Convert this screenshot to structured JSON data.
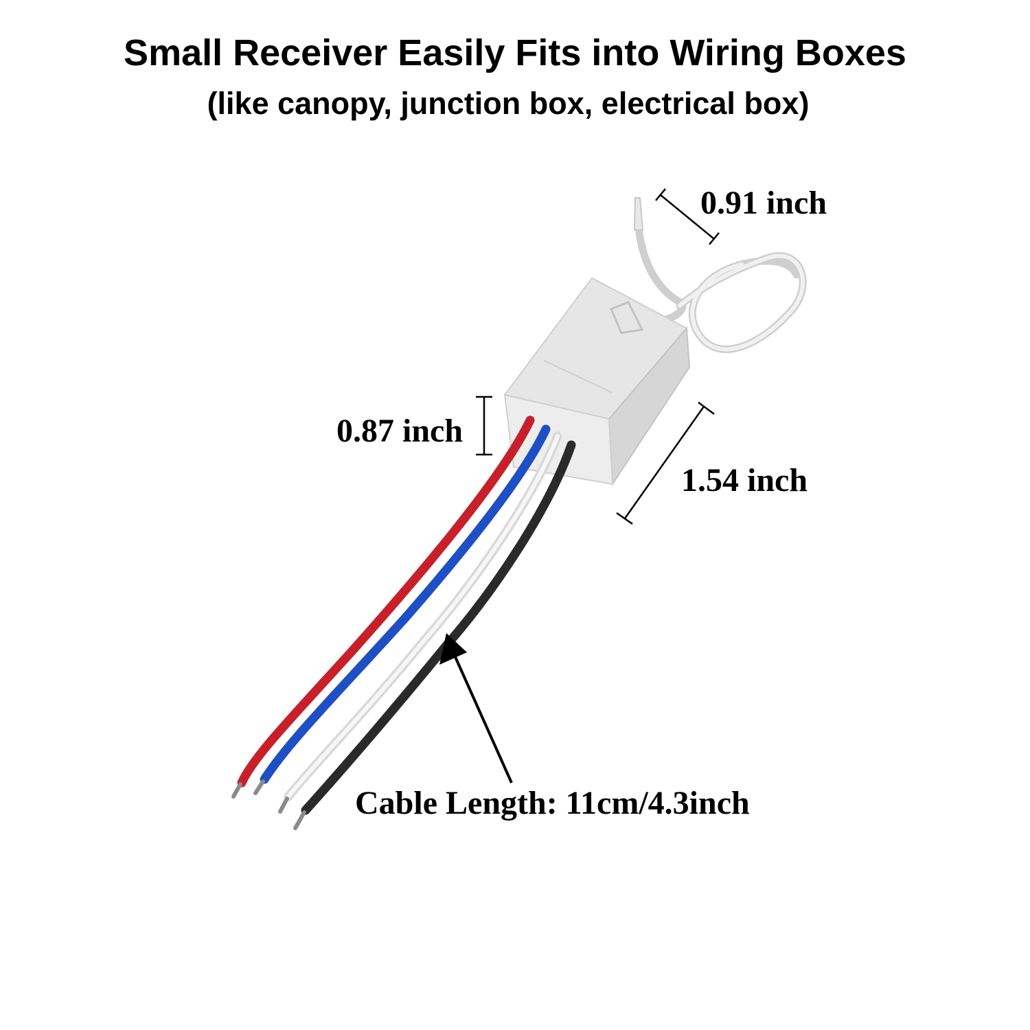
{
  "title": "Small Receiver Easily Fits into Wiring Boxes",
  "subtitle": "(like canopy, junction box, electrical box)",
  "dimensions": {
    "antenna_tip": "0.91 inch",
    "height": "0.87 inch",
    "length": "1.54 inch",
    "cable": "Cable Length: 11cm/4.3inch"
  },
  "colors": {
    "red_wire": "#c8202a",
    "blue_wire": "#1f4fc4",
    "white_wire": "#e6e6e6",
    "black_wire": "#2a2a2a",
    "housing": "#e4e4e4"
  }
}
